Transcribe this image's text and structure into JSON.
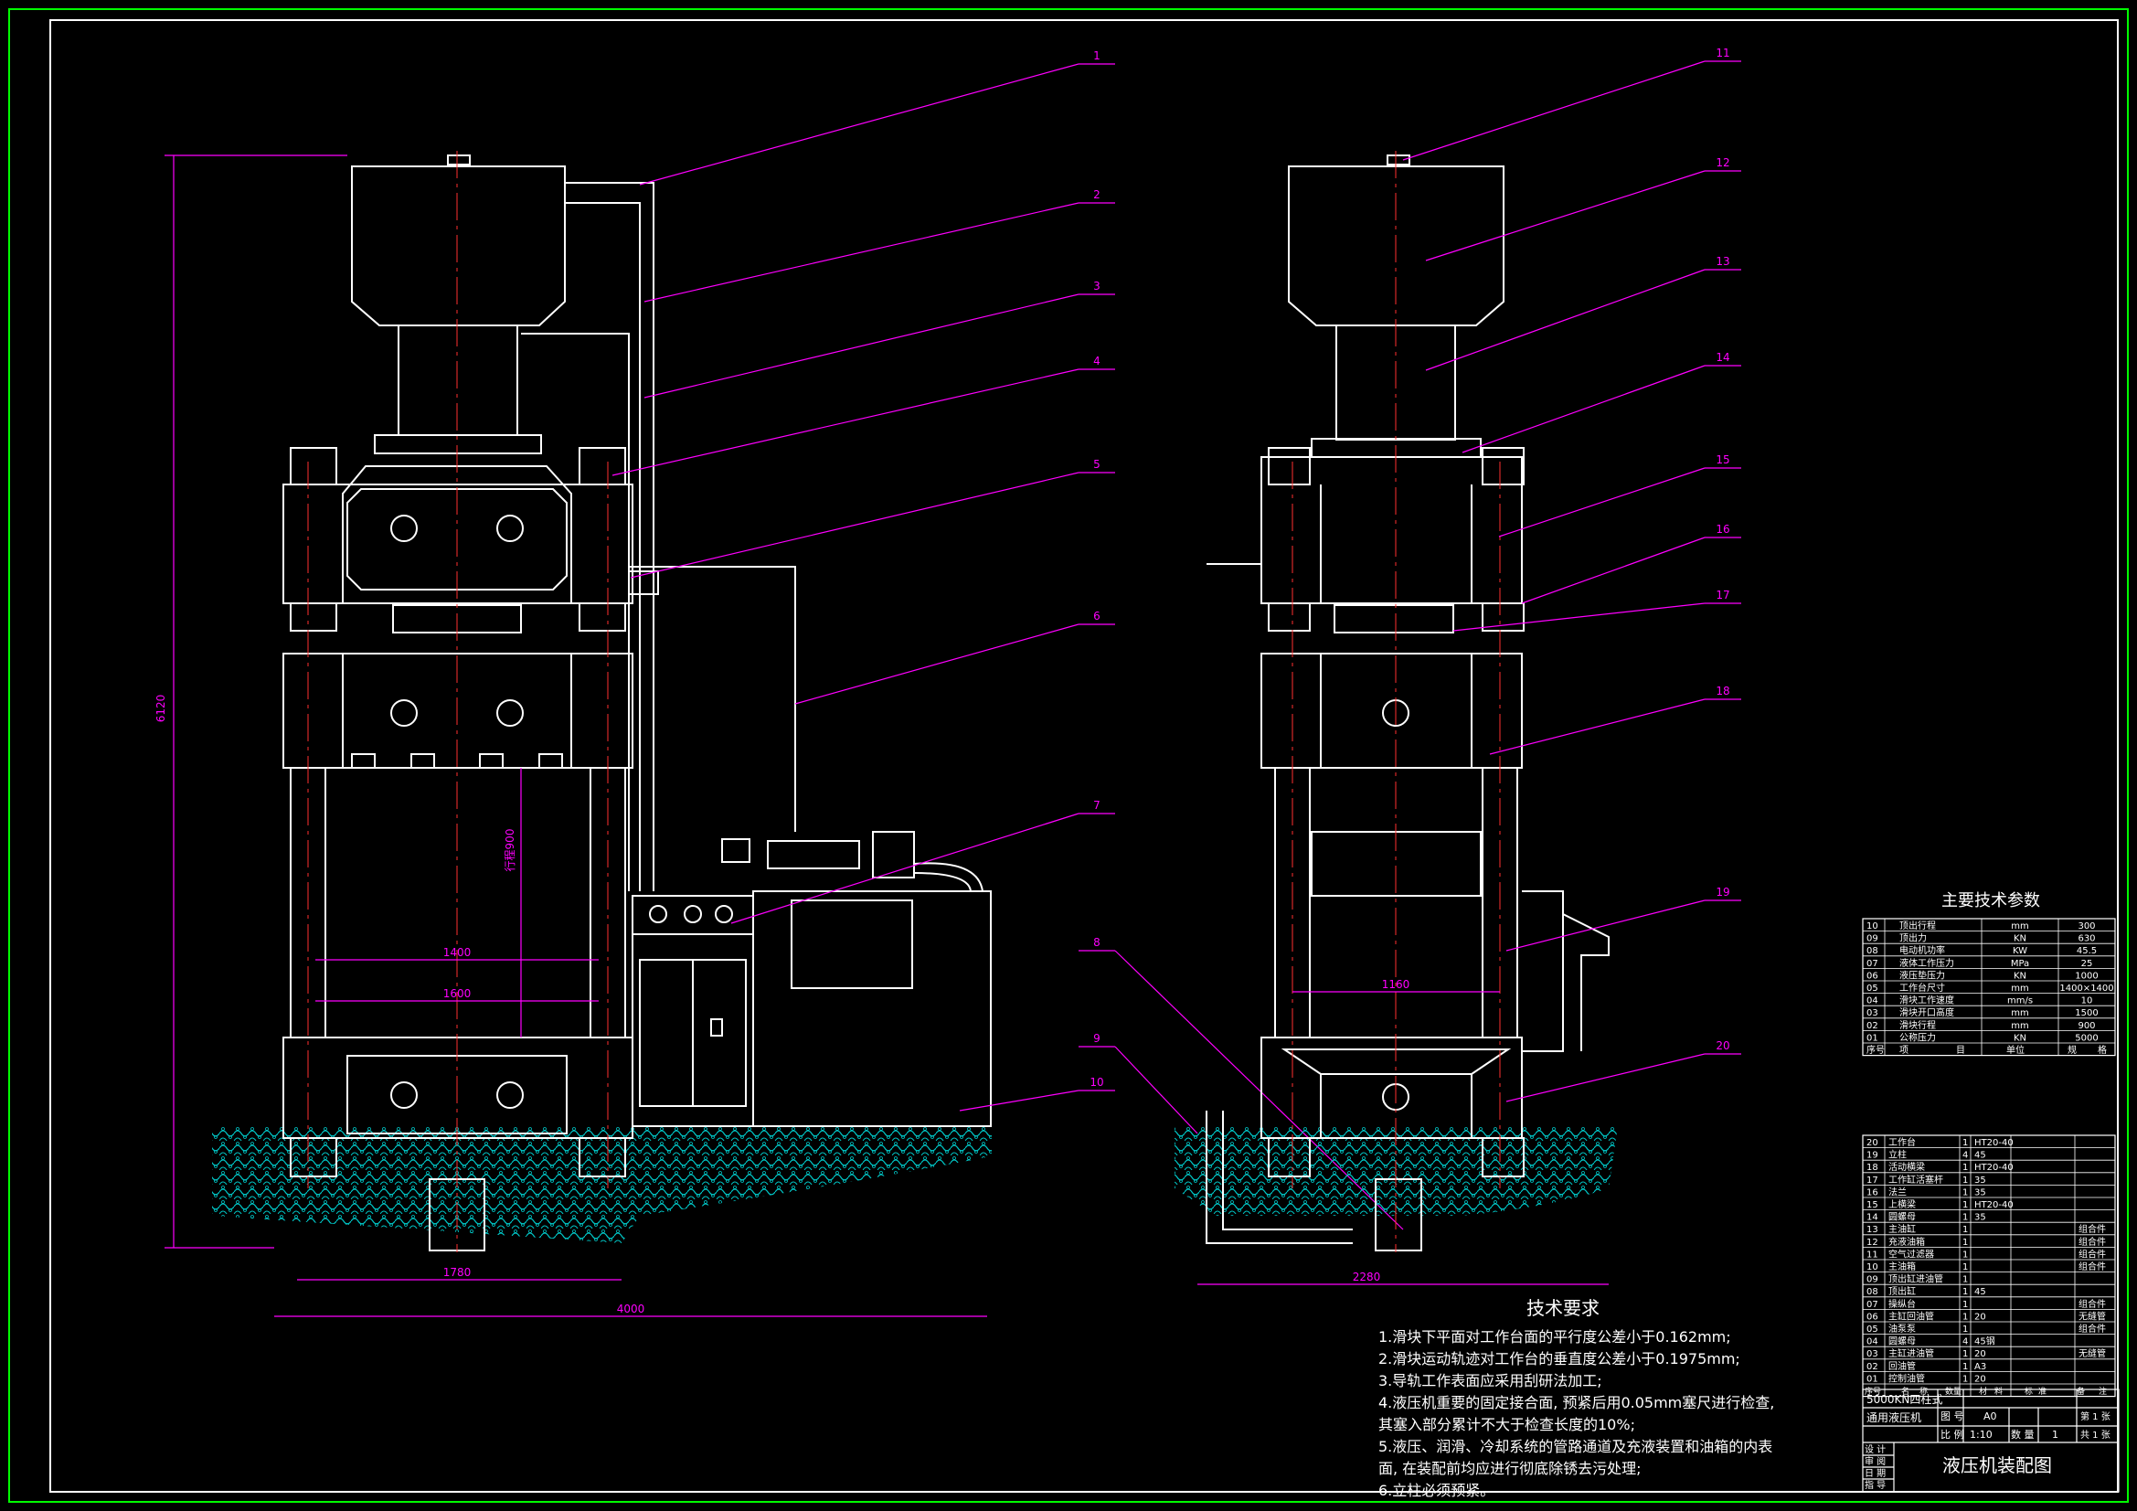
{
  "colors": {
    "background": "#000000",
    "line": "#ffffff",
    "leader": "#ff00ff",
    "hatch": "#00c8c8",
    "centerline": "#ff3030",
    "text": "#ffffff"
  },
  "callouts_left": [
    "1",
    "2",
    "3",
    "4",
    "5",
    "6",
    "7",
    "8",
    "9",
    "10"
  ],
  "callouts_right": [
    "11",
    "12",
    "13",
    "14",
    "15",
    "16",
    "17",
    "18",
    "19",
    "20"
  ],
  "dimensions": {
    "height": "6120",
    "stroke": "行程900",
    "w1400": "1400",
    "w1600": "1600",
    "w1780": "1780",
    "w4000": "4000",
    "w1160": "1160",
    "w2280": "2280"
  },
  "tech_requirements": {
    "title": "技术要求",
    "lines": [
      "1.滑块下平面对工作台面的平行度公差小于0.162mm;",
      "2.滑块运动轨迹对工作台的垂直度公差小于0.1975mm;",
      "3.导轨工作表面应采用刮研法加工;",
      "4.液压机重要的固定接合面, 预紧后用0.05mm塞尺进行检查,",
      "其塞入部分累计不大于检查长度的10%;",
      "5.液压、润滑、冷却系统的管路通道及充液装置和油箱的内表",
      "面, 在装配前均应进行彻底除锈去污处理;",
      "6.立柱必须预紧。"
    ]
  },
  "params_table": {
    "title": "主要技术参数",
    "rows": [
      [
        "10",
        "顶出行程",
        "mm",
        "300"
      ],
      [
        "09",
        "顶出力",
        "KN",
        "630"
      ],
      [
        "08",
        "电动机功率",
        "KW",
        "45.5"
      ],
      [
        "07",
        "液体工作压力",
        "MPa",
        "25"
      ],
      [
        "06",
        "液压垫压力",
        "KN",
        "1000"
      ],
      [
        "05",
        "工作台尺寸",
        "mm",
        "1400×1400"
      ],
      [
        "04",
        "滑块工作速度",
        "mm/s",
        "10"
      ],
      [
        "03",
        "滑块开口高度",
        "mm",
        "1500"
      ],
      [
        "02",
        "滑块行程",
        "mm",
        "900"
      ],
      [
        "01",
        "公称压力",
        "KN",
        "5000"
      ]
    ],
    "header": [
      "序号",
      "项",
      "目",
      "单位",
      "规",
      "格"
    ]
  },
  "parts_list": {
    "rows": [
      [
        "20",
        "工作台",
        "1",
        "HT20-40",
        ""
      ],
      [
        "19",
        "立柱",
        "4",
        "45",
        ""
      ],
      [
        "18",
        "活动横梁",
        "1",
        "HT20-40",
        ""
      ],
      [
        "17",
        "工作缸活塞杆",
        "1",
        "35",
        ""
      ],
      [
        "16",
        "法兰",
        "1",
        "35",
        ""
      ],
      [
        "15",
        "上横梁",
        "1",
        "HT20-40",
        ""
      ],
      [
        "14",
        "圆螺母",
        "1",
        "35",
        ""
      ],
      [
        "13",
        "主油缸",
        "1",
        "",
        "组合件"
      ],
      [
        "12",
        "充液油箱",
        "1",
        "",
        "组合件"
      ],
      [
        "11",
        "空气过滤器",
        "1",
        "",
        "组合件"
      ],
      [
        "10",
        "主油箱",
        "1",
        "",
        "组合件"
      ],
      [
        "09",
        "顶出缸进油管",
        "1",
        "",
        ""
      ],
      [
        "08",
        "顶出缸",
        "1",
        "45",
        ""
      ],
      [
        "07",
        "操纵台",
        "1",
        "",
        "组合件"
      ],
      [
        "06",
        "主缸回油管",
        "1",
        "20",
        "无缝管"
      ],
      [
        "05",
        "油泵泵",
        "1",
        "",
        "组合件"
      ],
      [
        "04",
        "圆螺母",
        "4",
        "45钢",
        ""
      ],
      [
        "03",
        "主缸进油管",
        "1",
        "20",
        "无缝管"
      ],
      [
        "02",
        "回油管",
        "1",
        "A3",
        ""
      ],
      [
        "01",
        "控制油管",
        "1",
        "20",
        ""
      ]
    ],
    "header": [
      "序号",
      "名",
      "称",
      "数量",
      "材",
      "料",
      "标",
      "准",
      "备",
      "注"
    ]
  },
  "title_block": {
    "model": "5000KN四柱式",
    "machine": "通用液压机",
    "drawing_no_label": "图  号",
    "drawing_no": "A0",
    "scale_label": "比  例",
    "scale": "1:10",
    "qty_label": "数  量",
    "qty": "1",
    "sheet": "第 1 张",
    "total": "共 1 张",
    "title": "液压机装配图",
    "roles": [
      "设 计",
      "审 阅",
      "日 期",
      "指 导"
    ]
  }
}
